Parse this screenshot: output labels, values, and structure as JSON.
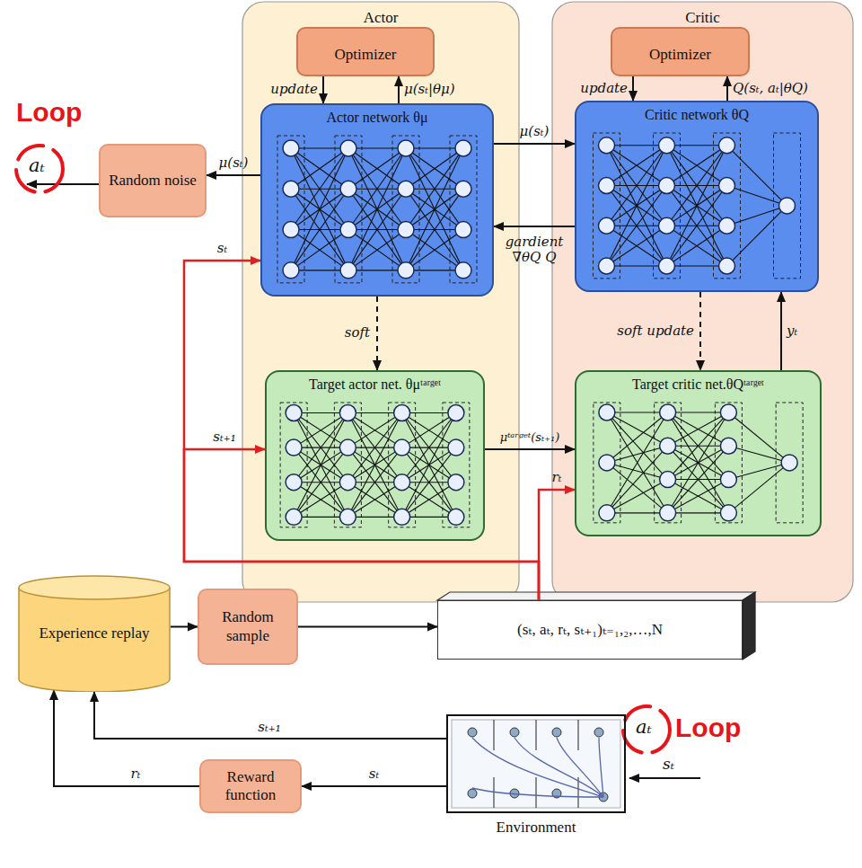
{
  "diagram": {
    "nodes": [
      {
        "text": [
          "Actor"
        ]
      },
      {
        "text": [
          "Optimizer"
        ],
        "in": 0
      },
      {
        "text": [
          "Actor network θμ"
        ],
        "in": 0
      },
      {
        "text": [
          "Target actor net. θμᵗᵃʳᵍᵉᵗ"
        ],
        "in": 0
      },
      {
        "text": [
          "Critic"
        ]
      },
      {
        "text": [
          "Optimizer"
        ],
        "in": 4
      },
      {
        "text": [
          "Critic network θQ"
        ],
        "in": 4
      },
      {
        "text": [
          "Target critic net.θQᵗᵃʳᵍᵉᵗ"
        ],
        "in": 4
      },
      {
        "text": [
          "Random noise"
        ]
      },
      {
        "text": [
          "Experience replay"
        ]
      },
      {
        "text": [
          "Random sample"
        ]
      },
      {
        "text": [
          "(sₜ, aₜ, rₜ, sₜ₊₁)ₜ₌₁,₂,…,N"
        ]
      },
      {
        "text": [
          "Environment"
        ]
      },
      {
        "text": [
          "Reward function"
        ]
      }
    ],
    "edges": [
      {
        "from": 1,
        "to": 2,
        "arrow": "to",
        "label": "update"
      },
      {
        "from": 2,
        "to": 1,
        "arrow": "to",
        "label": "μ(sₜ|θμ)"
      },
      {
        "from": 2,
        "to": 3,
        "arrow": "to",
        "label": "soft"
      },
      {
        "from": 2,
        "to": 8,
        "arrow": "to",
        "label": "μ(sₜ)"
      },
      {
        "from": 2,
        "to": 6,
        "arrow": "to",
        "label": "μ(sₜ)"
      },
      {
        "from": 6,
        "to": 2,
        "arrow": "to",
        "label": "gardient ∇θQ Q"
      },
      {
        "from": 5,
        "to": 6,
        "arrow": "to",
        "label": "update"
      },
      {
        "from": 6,
        "to": 5,
        "arrow": "to",
        "label": "Q(sₜ, aₜ|θQ)"
      },
      {
        "from": 6,
        "to": 7,
        "arrow": "to",
        "label": "soft update"
      },
      {
        "from": 7,
        "to": 6,
        "arrow": "to",
        "label": "yₜ"
      },
      {
        "from": 3,
        "to": 7,
        "arrow": "to",
        "label": "μᵗᵃʳᵍᵉᵗ(sₜ₊₁)"
      },
      {
        "from": 11,
        "to": 2,
        "arrow": "to",
        "label": "sₜ"
      },
      {
        "from": 11,
        "to": 3,
        "arrow": "to",
        "label": "sₜ₊₁"
      },
      {
        "from": 11,
        "to": 7,
        "arrow": "to",
        "label": "rₜ"
      },
      {
        "from": 9,
        "to": 10,
        "arrow": "to"
      },
      {
        "from": 10,
        "to": 11,
        "arrow": "to"
      },
      {
        "from": 12,
        "to": 9,
        "arrow": "to",
        "label": "sₜ₊₁"
      },
      {
        "from": 12,
        "to": 13,
        "arrow": "to",
        "label": "sₜ"
      },
      {
        "from": 13,
        "to": 9,
        "arrow": "to",
        "label": "rₜ"
      }
    ],
    "labels": [
      "Loop",
      "aₜ",
      "aₜ",
      "Loop",
      "sₜ"
    ]
  }
}
